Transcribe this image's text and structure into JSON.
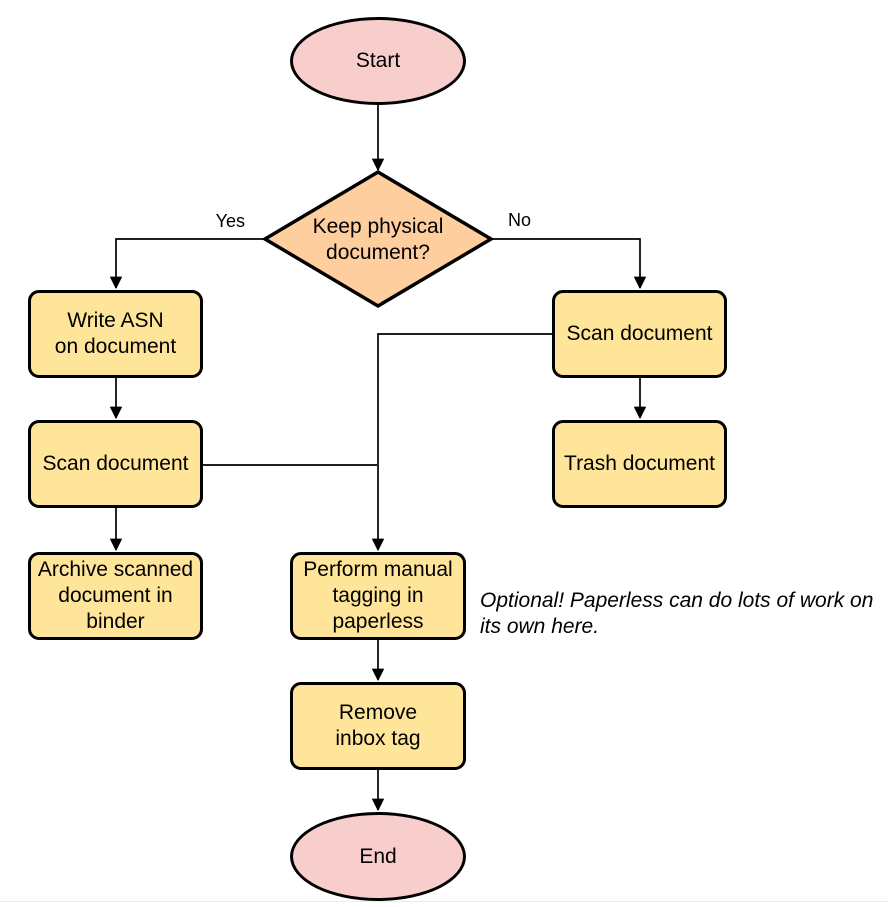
{
  "colors": {
    "terminal_fill": "#f8cecc",
    "decision_fill": "#ffce9f",
    "process_fill": "#ffe599",
    "stroke": "#000000"
  },
  "nodes": {
    "start": {
      "label": "Start"
    },
    "decision": {
      "label": "Keep physical\ndocument?"
    },
    "write_asn": {
      "label": "Write ASN\non document"
    },
    "scan_left": {
      "label": "Scan document"
    },
    "archive": {
      "label": "Archive scanned\ndocument in\nbinder"
    },
    "scan_right": {
      "label": "Scan document"
    },
    "trash": {
      "label": "Trash document"
    },
    "tagging": {
      "label": "Perform manual\ntagging in\npaperless"
    },
    "remove_inbox": {
      "label": "Remove\ninbox tag"
    },
    "end": {
      "label": "End"
    }
  },
  "edge_labels": {
    "yes": "Yes",
    "no": "No"
  },
  "annotation": {
    "text": "Optional! Paperless can do lots of work on\nits own here."
  }
}
